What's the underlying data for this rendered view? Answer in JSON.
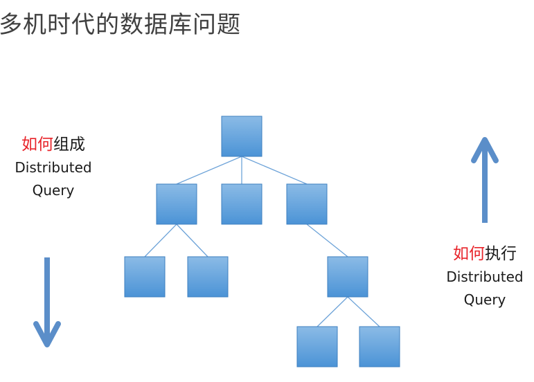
{
  "title": "多机时代的数据库问题",
  "left_caption": {
    "accent": "如何",
    "rest": "组成",
    "line2": "Distributed",
    "line3": "Query"
  },
  "right_caption": {
    "accent": "如何",
    "rest": "执行",
    "line2": "Distributed",
    "line3": "Query"
  },
  "colors": {
    "accent": "#e8242a",
    "node_fill_top": "#8bbbe6",
    "node_fill_bottom": "#4b93d6",
    "node_stroke": "#3e7fbf",
    "edge": "#6da3d8",
    "arrow": "#5b8ec9"
  },
  "tree": {
    "nodes": [
      {
        "id": "root",
        "level": 0
      },
      {
        "id": "l1-a",
        "level": 1,
        "parent": "root"
      },
      {
        "id": "l1-b",
        "level": 1,
        "parent": "root"
      },
      {
        "id": "l1-c",
        "level": 1,
        "parent": "root"
      },
      {
        "id": "l2-a",
        "level": 2,
        "parent": "l1-a"
      },
      {
        "id": "l2-b",
        "level": 2,
        "parent": "l1-a"
      },
      {
        "id": "l2-c",
        "level": 2,
        "parent": "l1-c"
      },
      {
        "id": "l3-a",
        "level": 3,
        "parent": "l2-c"
      },
      {
        "id": "l3-b",
        "level": 3,
        "parent": "l2-c"
      }
    ]
  },
  "arrows": [
    {
      "id": "down-arrow",
      "direction": "down"
    },
    {
      "id": "up-arrow",
      "direction": "up"
    }
  ]
}
